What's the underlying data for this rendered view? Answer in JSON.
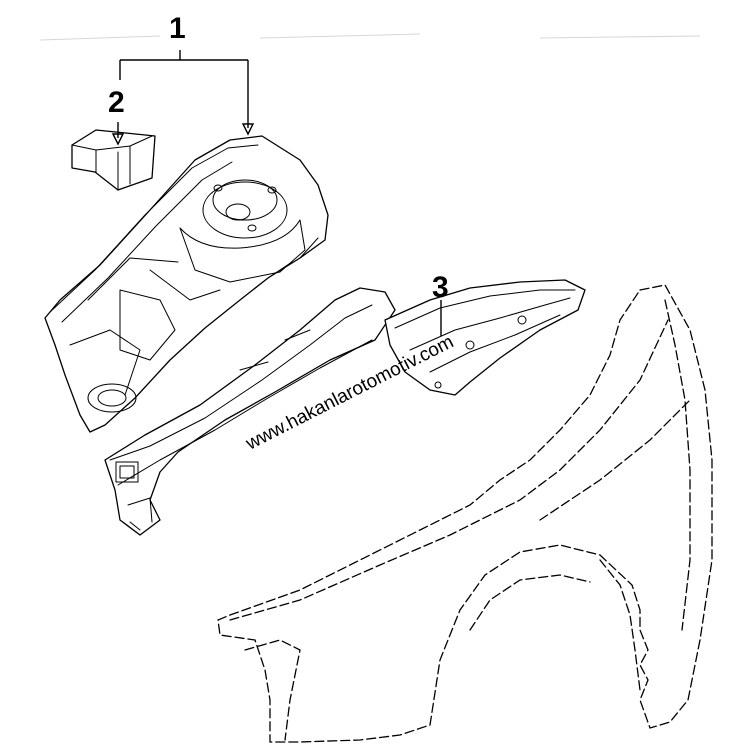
{
  "diagram": {
    "callouts": [
      {
        "id": "1",
        "label": "1"
      },
      {
        "id": "2",
        "label": "2"
      },
      {
        "id": "3",
        "label": "3"
      }
    ],
    "watermark": "www.hakanlarotomotiv.com",
    "colors": {
      "line": "#000000",
      "background": "#ffffff"
    }
  }
}
